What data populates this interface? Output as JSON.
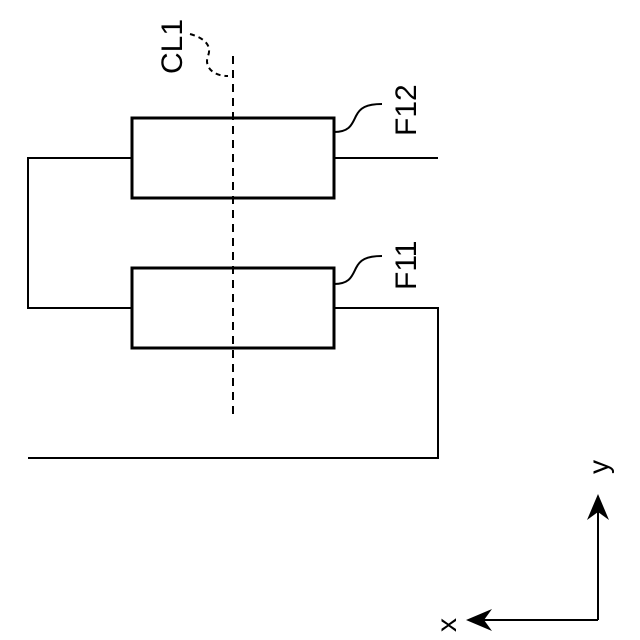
{
  "diagram": {
    "labels": {
      "centerline": "CL1",
      "filter_upper": "F12",
      "filter_lower": "F11"
    },
    "axes": {
      "x_label": "x",
      "y_label": "y"
    }
  }
}
